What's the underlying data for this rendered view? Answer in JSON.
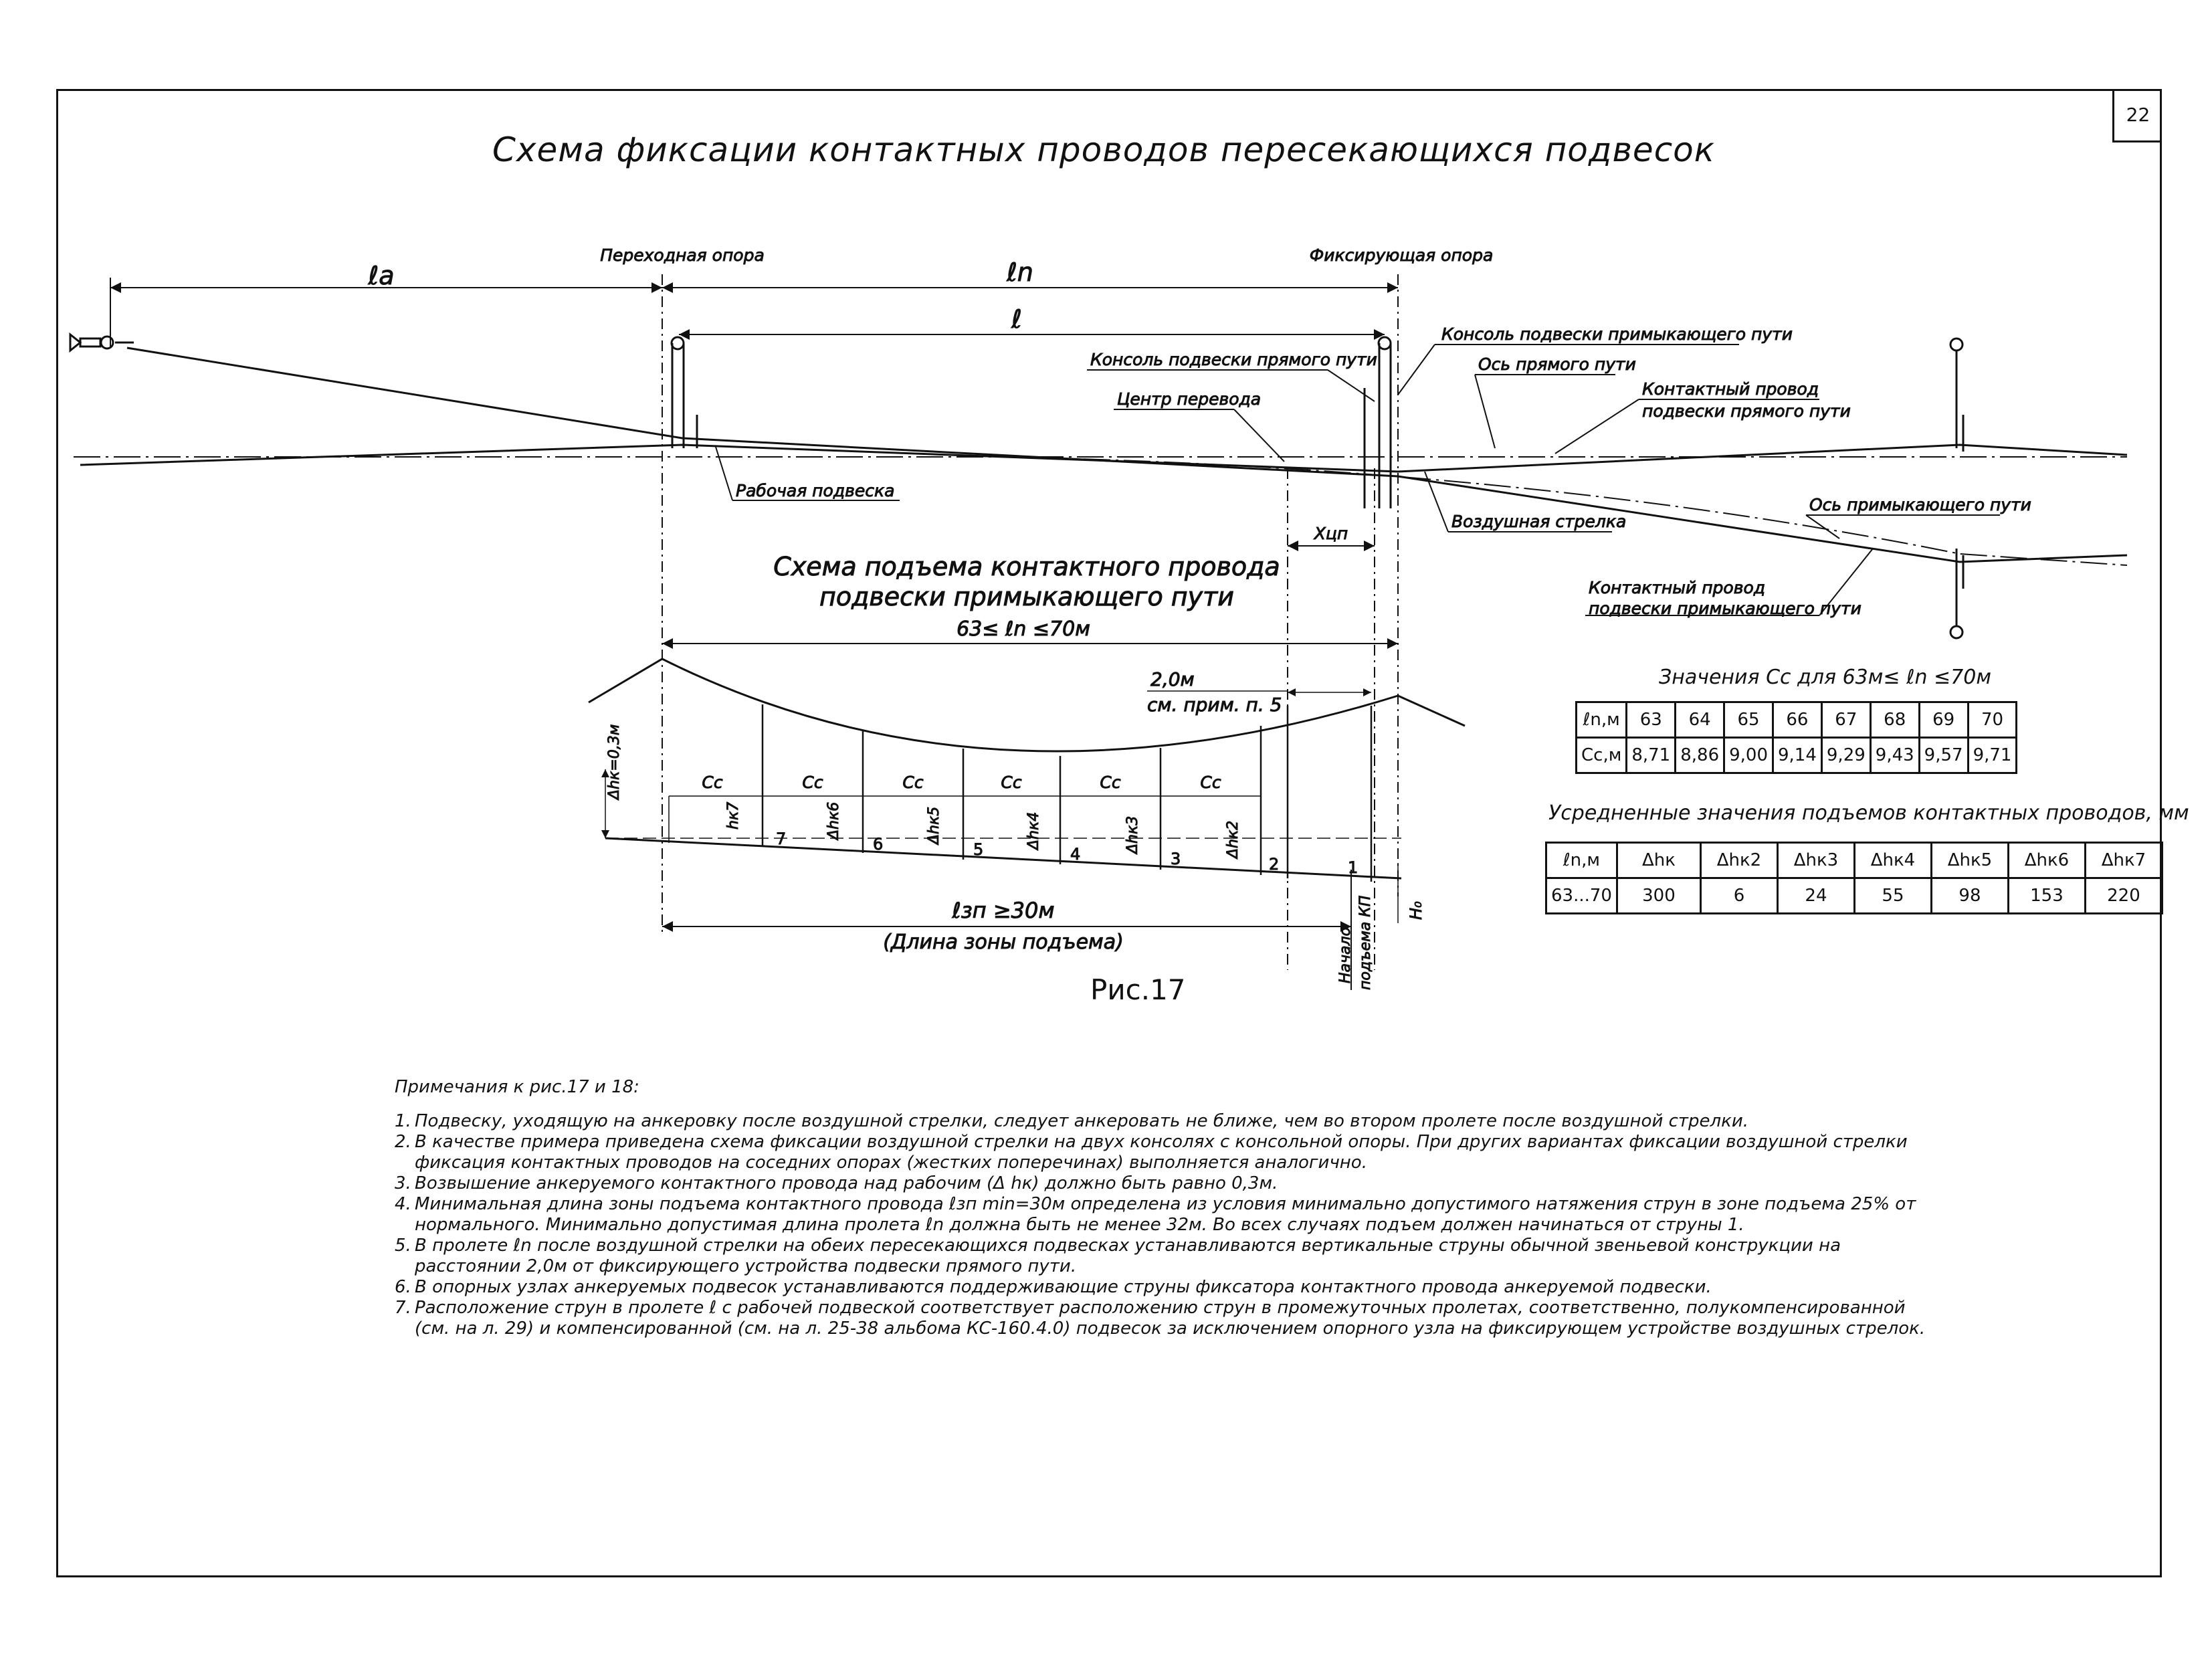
{
  "page": {
    "number": "22"
  },
  "title": "Схема фиксации контактных проводов пересекающихся подвесок",
  "labels": {
    "transition_support": "Переходная опора",
    "fixing_support": "Фиксирующая опора",
    "la": "ℓa",
    "ln": "ℓn",
    "l": "ℓ",
    "console_adjacent": "Консоль подвески примыкающего пути",
    "console_straight": "Консоль подвески прямого пути",
    "axis_straight": "Ось прямого пути",
    "turnout_center": "Центр перевода",
    "contact_wire_straight_1": "Контактный провод",
    "contact_wire_straight_2": "подвески прямого пути",
    "working_suspension": "Рабочая подвеска",
    "axis_adjacent": "Ось примыкающего пути",
    "air_switch": "Воздушная стрелка",
    "xcp": "Хцп",
    "contact_wire_adjacent_1": "Контактный провод",
    "contact_wire_adjacent_2": "подвески примыкающего пути"
  },
  "lift": {
    "title1": "Схема подъема контактного провода",
    "title2": "подвески примыкающего пути",
    "range": "63≤ ℓn ≤70м",
    "dist": "2,0м",
    "note_ref": "см. прим. п. 5",
    "dhk": "Δhк=0,3м",
    "cc": "Cc",
    "hk7": "hк7",
    "dhk6": "Δhк6",
    "dhk5": "Δhк5",
    "dhk4": "Δhк4",
    "dhk3": "Δhк3",
    "dhk2": "Δhк2",
    "strings": [
      "7",
      "6",
      "5",
      "4",
      "3",
      "2",
      "1"
    ],
    "zone": "ℓзп ≥30м",
    "zone_name": "(Длина зоны подъема)",
    "h0": "Н₀",
    "start_1": "Начало",
    "start_2": "подъема КП"
  },
  "table1": {
    "caption": "Значения Сс для 63м≤ ℓn ≤70м",
    "row1_head": "ℓn,м",
    "row1": [
      "63",
      "64",
      "65",
      "66",
      "67",
      "68",
      "69",
      "70"
    ],
    "row2_head": "Сс,м",
    "row2": [
      "8,71",
      "8,86",
      "9,00",
      "9,14",
      "9,29",
      "9,43",
      "9,57",
      "9,71"
    ]
  },
  "table2": {
    "caption": "Усредненные значения подъемов контактных проводов, мм",
    "headers": [
      "ℓn,м",
      "Δhк",
      "Δhк2",
      "Δhк3",
      "Δhк4",
      "Δhк5",
      "Δhк6",
      "Δhк7"
    ],
    "row": [
      "63...70",
      "300",
      "6",
      "24",
      "55",
      "98",
      "153",
      "220"
    ]
  },
  "figure": "Рис.17",
  "notes": {
    "heading": "Примечания к рис.17 и 18:",
    "items": [
      {
        "n": "1.",
        "t": "Подвеску, уходящую на анкеровку после воздушной стрелки, следует анкеровать не ближе, чем во втором пролете после воздушной стрелки."
      },
      {
        "n": "2.",
        "t": "В качестве примера приведена схема фиксации воздушной стрелки на двух консолях с консольной опоры. При других вариантах фиксации воздушной стрелки фиксация контактных проводов на соседних опорах (жестких поперечинах) выполняется аналогично."
      },
      {
        "n": "3.",
        "t": "Возвышение анкеруемого контактного провода над рабочим (Δ hк) должно быть равно 0,3м."
      },
      {
        "n": "4.",
        "t": "Минимальная длина зоны подъема контактного провода ℓзп min=30м определена из условия минимально допустимого натяжения струн в зоне подъема 25% от нормального. Минимально допустимая длина пролета ℓn должна быть не менее 32м. Во всех случаях подъем должен начинаться от струны 1."
      },
      {
        "n": "5.",
        "t": "В пролете ℓn после воздушной стрелки на обеих пересекающихся подвесках устанавливаются вертикальные струны обычной звеньевой конструкции на расстоянии 2,0м от фиксирующего устройства подвески прямого пути."
      },
      {
        "n": "6.",
        "t": "В опорных узлах анкеруемых подвесок устанавливаются поддерживающие струны фиксатора контактного провода анкеруемой подвески."
      },
      {
        "n": "7.",
        "t": "Расположение струн в пролете ℓ с рабочей подвеской соответствует расположению струн в промежуточных пролетах, соответственно, полукомпенсированной (см. на л. 29) и компенсированной (см. на л. 25-38 альбома КС-160.4.0) подвесок за исключением опорного узла на фиксирующем устройстве воздушных стрелок."
      }
    ]
  }
}
